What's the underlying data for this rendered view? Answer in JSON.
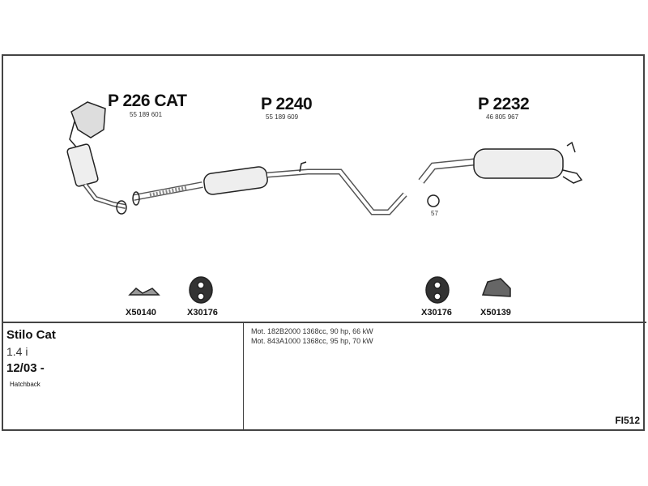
{
  "parts": [
    {
      "number": "P 226 CAT",
      "oem": "55 189 601"
    },
    {
      "number": "P 2240",
      "oem": "55 189 609"
    },
    {
      "number": "P 2232",
      "oem": "46 805 967"
    }
  ],
  "clamp_label": "57",
  "fittings": [
    "X50140",
    "X30176",
    "X30176",
    "X50139"
  ],
  "vehicle": {
    "model": "Stilo Cat",
    "engine": "1.4 i",
    "date": "12/03 -",
    "body": "Hatchback"
  },
  "motors": [
    "Mot. 182B2000 1368cc, 90 hp, 66 kW",
    "Mot. 843A1000 1368cc, 95 hp, 70 kW"
  ],
  "reference": "FI512"
}
